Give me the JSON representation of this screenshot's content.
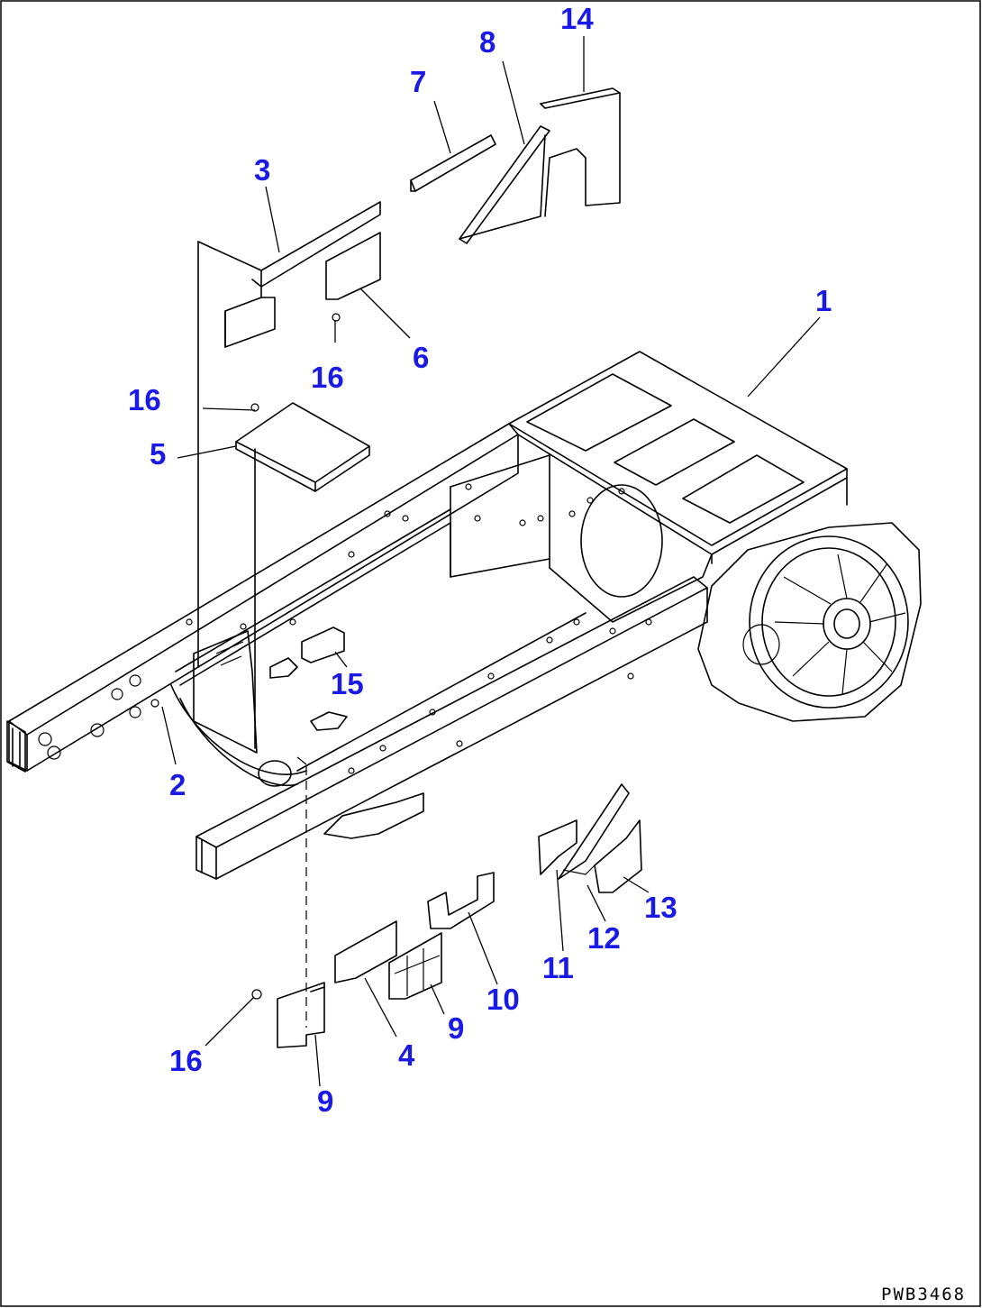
{
  "diagram": {
    "callout_color": "#1a1ae6",
    "drawing_code": "PWB3468",
    "callouts": [
      {
        "id": "c1",
        "label": "1"
      },
      {
        "id": "c2",
        "label": "2"
      },
      {
        "id": "c3",
        "label": "3"
      },
      {
        "id": "c4",
        "label": "4"
      },
      {
        "id": "c5",
        "label": "5"
      },
      {
        "id": "c6",
        "label": "6"
      },
      {
        "id": "c7",
        "label": "7"
      },
      {
        "id": "c8",
        "label": "8"
      },
      {
        "id": "c9a",
        "label": "9"
      },
      {
        "id": "c9b",
        "label": "9"
      },
      {
        "id": "c10",
        "label": "10"
      },
      {
        "id": "c11",
        "label": "11"
      },
      {
        "id": "c12",
        "label": "12"
      },
      {
        "id": "c13",
        "label": "13"
      },
      {
        "id": "c14",
        "label": "14"
      },
      {
        "id": "c15",
        "label": "15"
      },
      {
        "id": "c16a",
        "label": "16"
      },
      {
        "id": "c16b",
        "label": "16"
      },
      {
        "id": "c16c",
        "label": "16"
      }
    ]
  }
}
